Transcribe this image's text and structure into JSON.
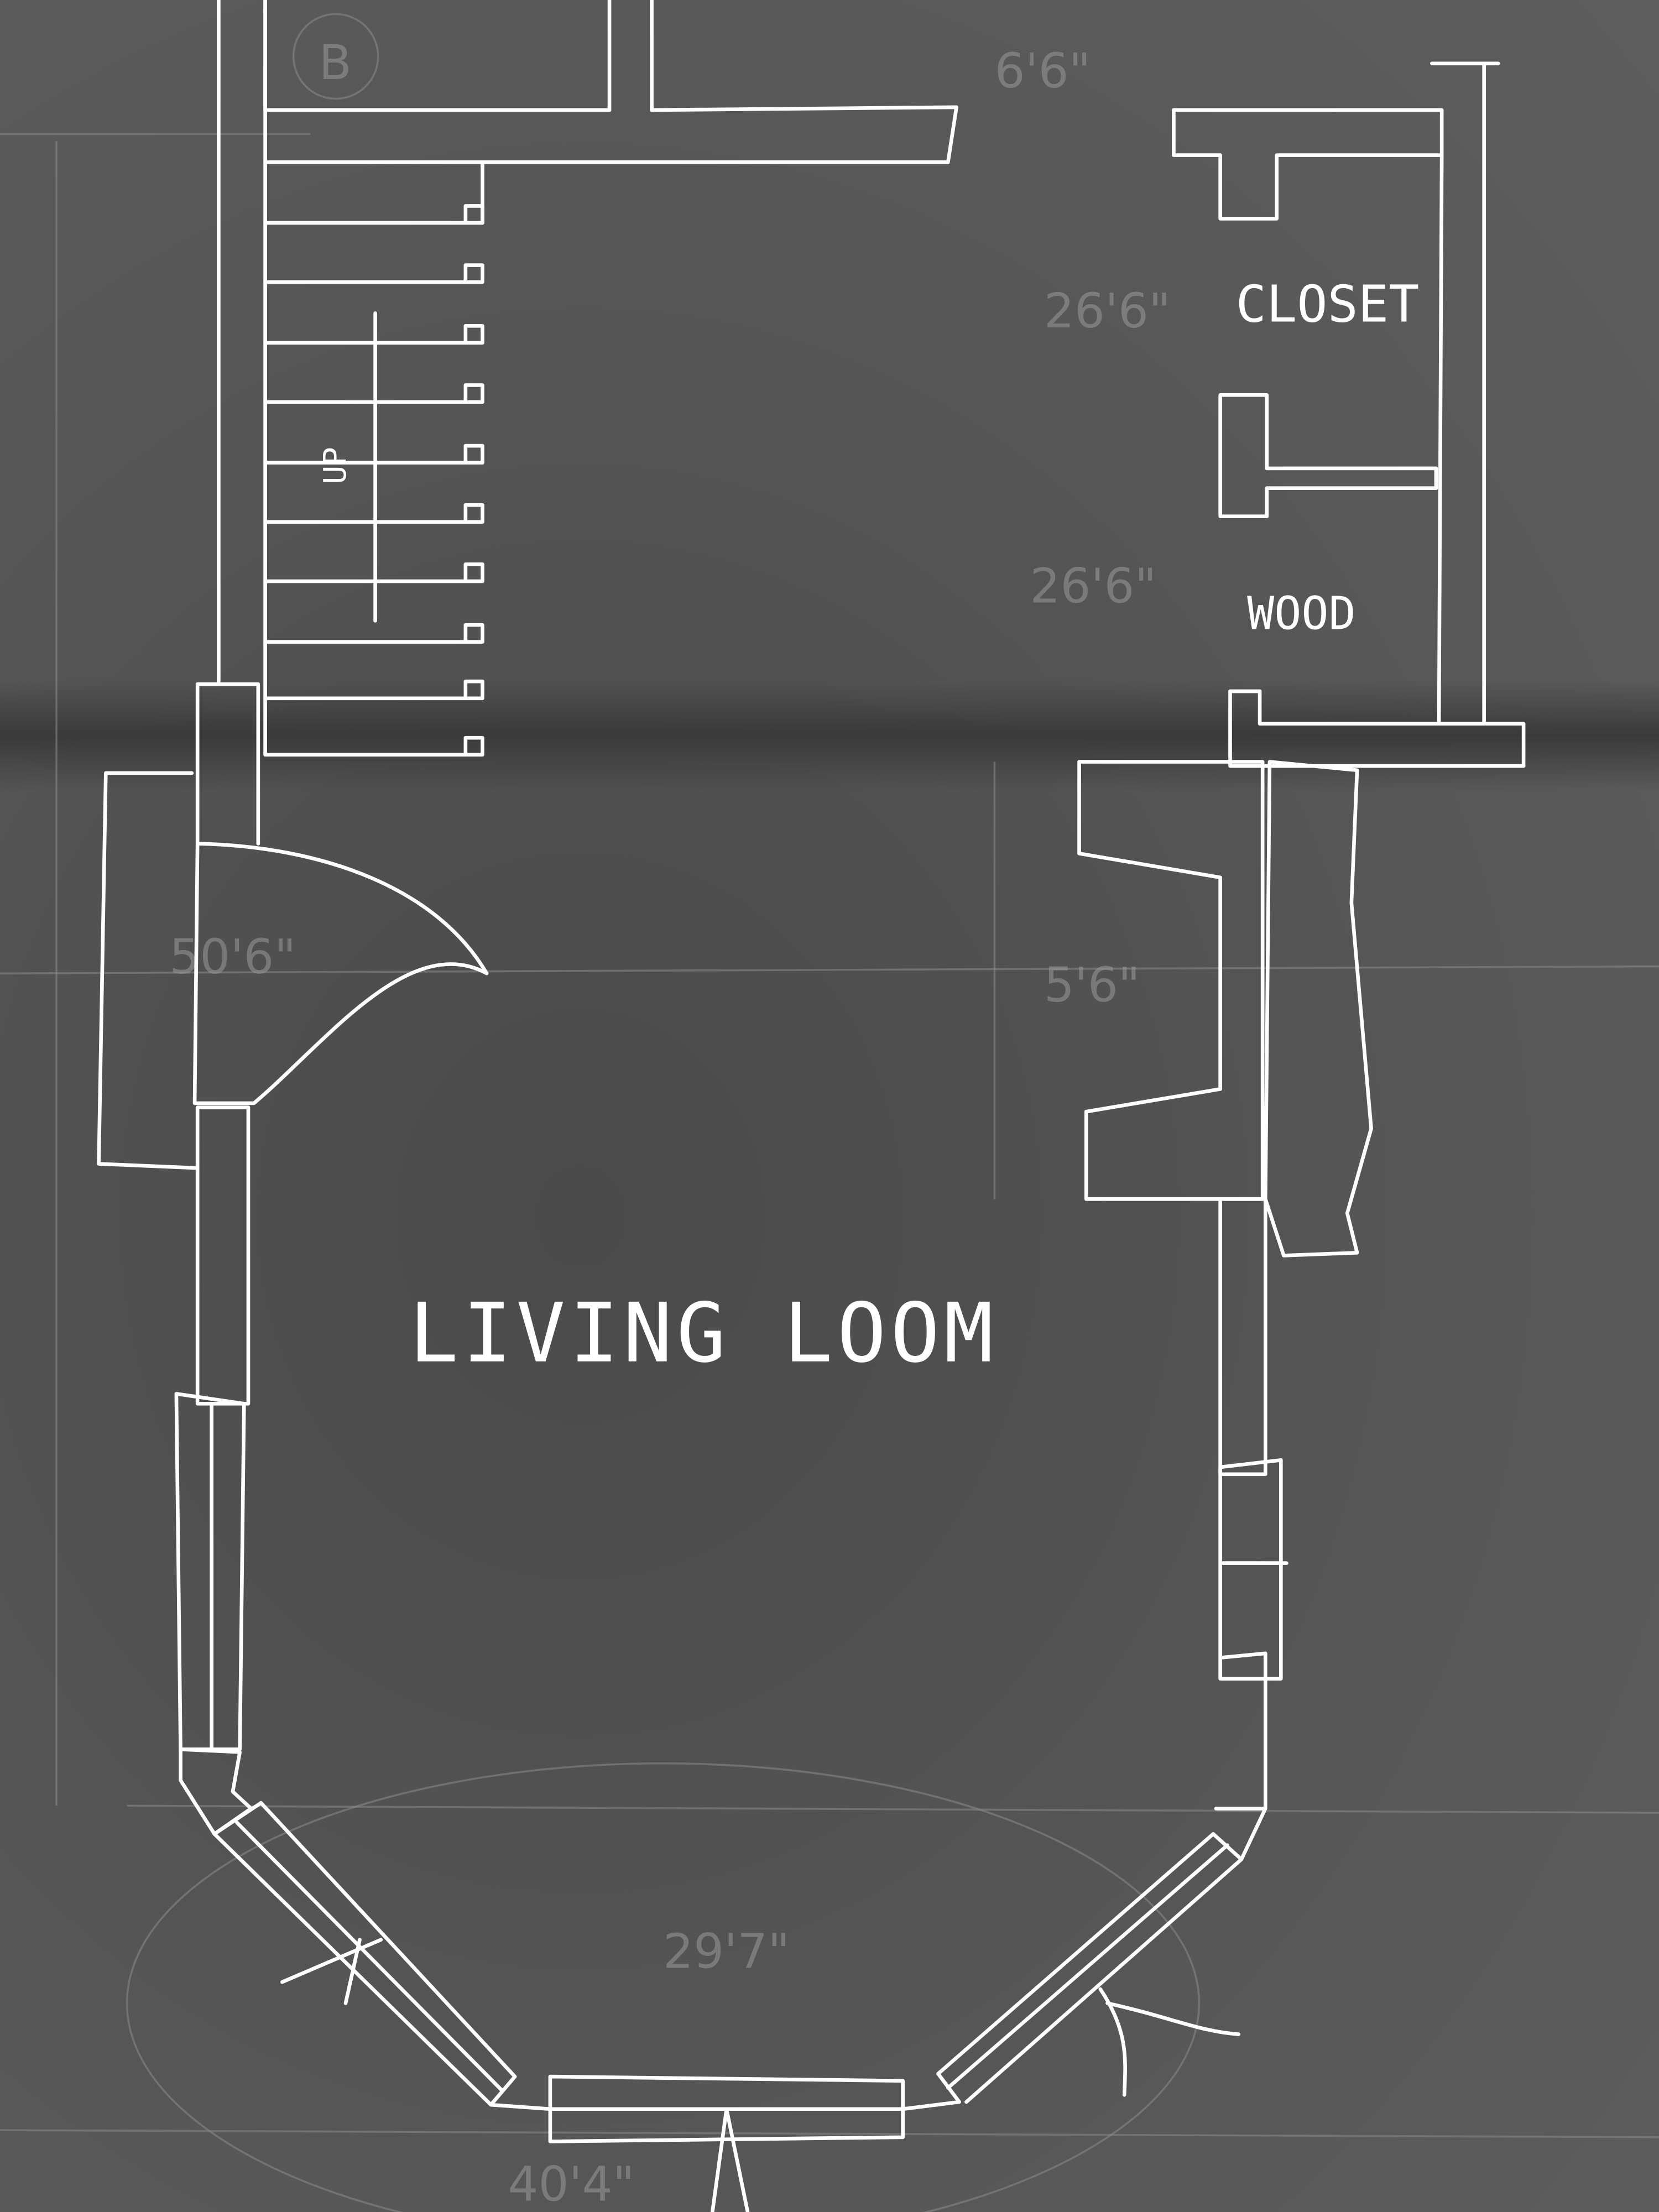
{
  "labels": {
    "room": "LIVING LOOM",
    "closet": "CLOSET",
    "wood": "WOOD",
    "stairs": "UP",
    "marker": "B"
  },
  "blueprint_dimensions": [
    "6'6\"",
    "26'6\"",
    "50'6\"",
    "5'6\"",
    "29'7\"",
    "40'4\""
  ],
  "colors": {
    "background": "#575757",
    "ink": "#ffffff"
  }
}
